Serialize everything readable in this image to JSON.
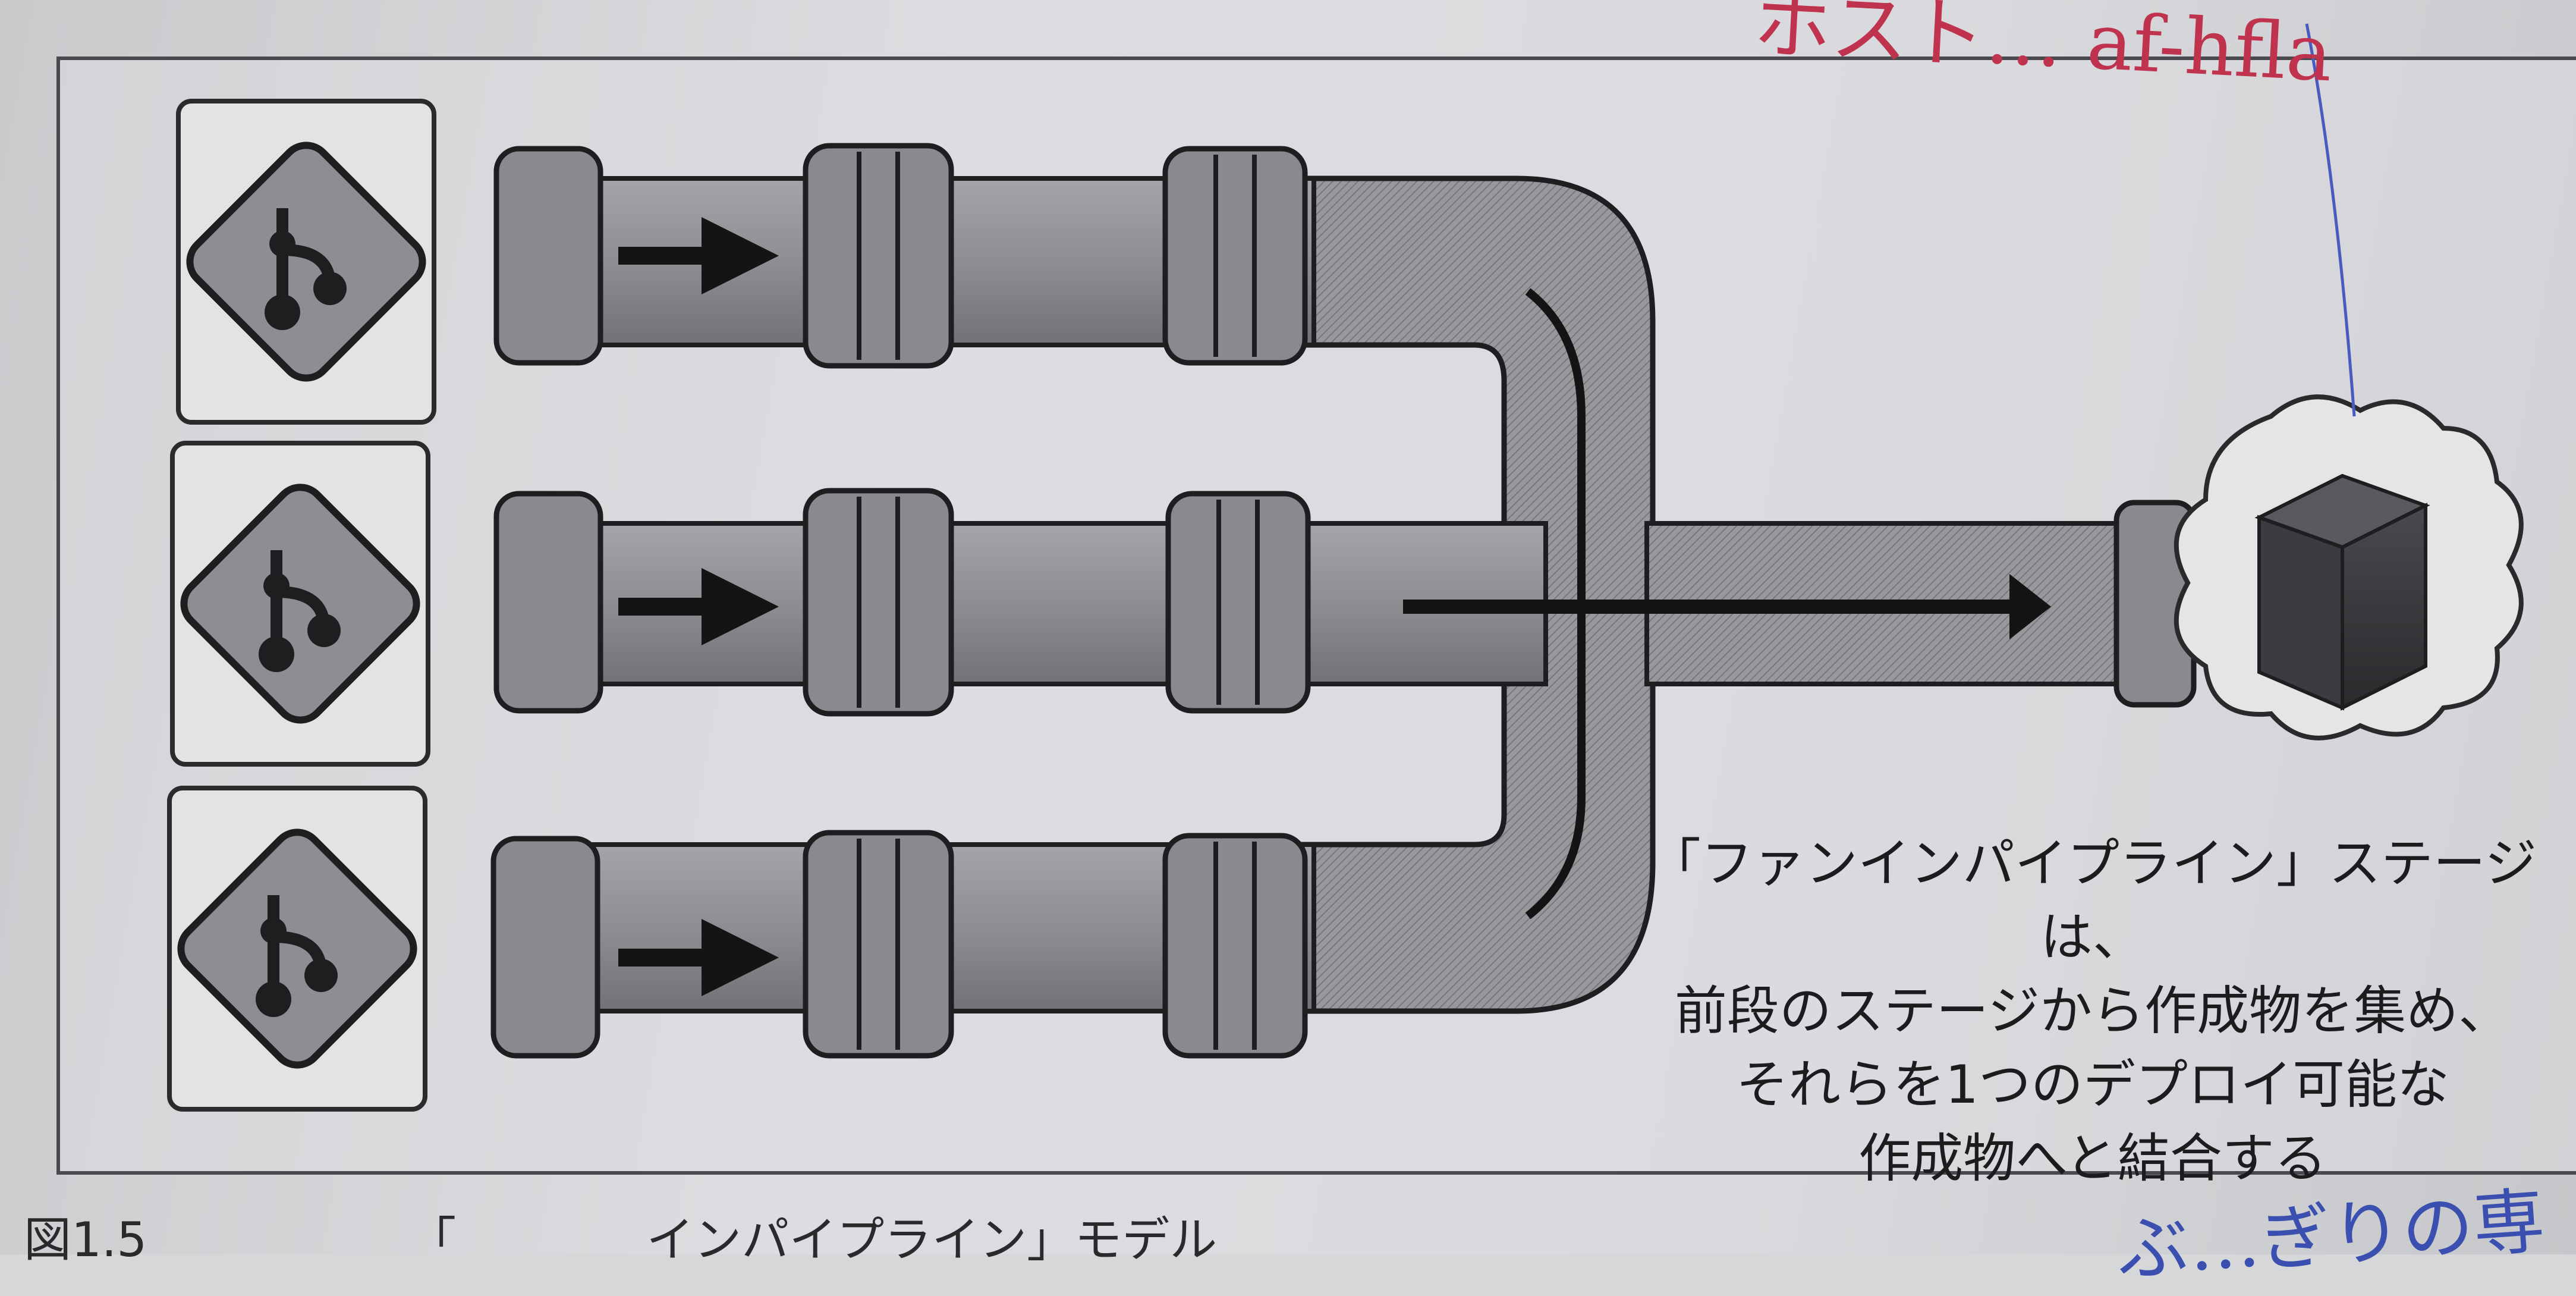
{
  "caption": {
    "line1": "「ファンインパイプライン」ステージは、",
    "line2": "前段のステージから作成物を集め、",
    "line3": "それらを1つのデプロイ可能な",
    "line4": "作成物へと結合する"
  },
  "figure_label": "図1.5　　　　　　「　　　　インパイプライン」モデル",
  "annotations": {
    "top_handwriting": "ホスト… af-hfla",
    "bottom_handwriting": "ぶ…ぎりの専"
  },
  "icons": {
    "source": "git-branch-icon",
    "artifact": "package-box-icon",
    "artifact_store": "cloud-icon"
  },
  "colors": {
    "pipe_fill": "#8f8f93",
    "pipe_dark": "#3a3a3d",
    "ink": "#161617",
    "handwriting_red": "#c0334f",
    "handwriting_blue": "#3a4fb0"
  }
}
